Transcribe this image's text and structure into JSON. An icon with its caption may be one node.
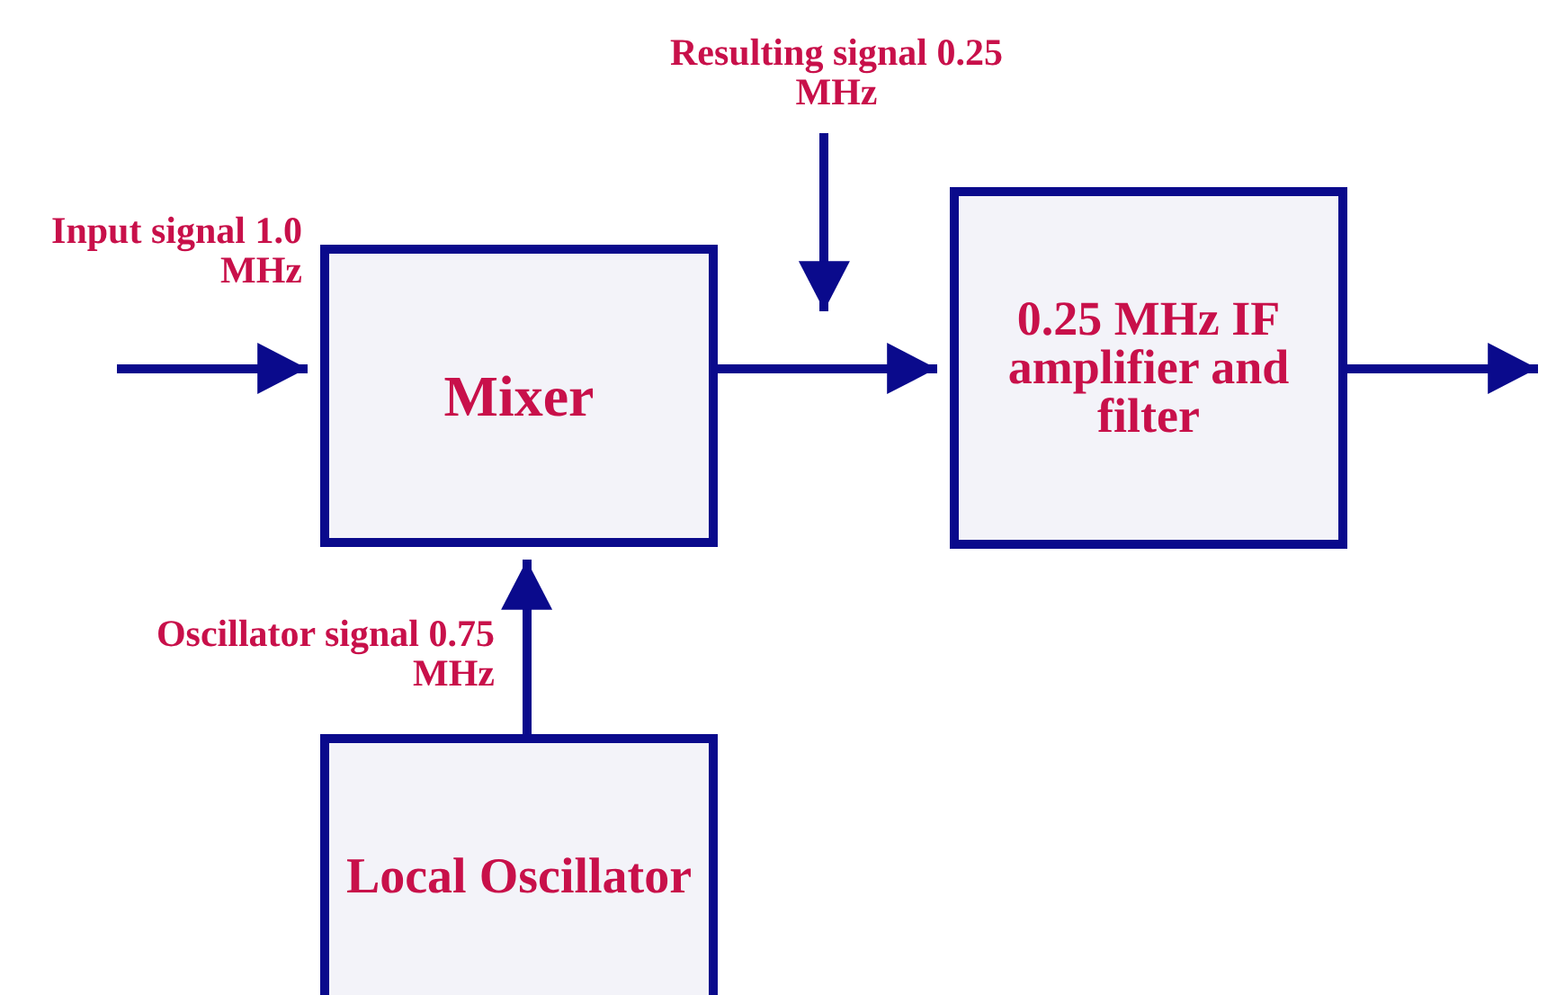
{
  "diagram": {
    "nodes": [
      {
        "text": [
          "Mixer"
        ]
      },
      {
        "text": [
          "0.25 MHz IF amplifier and filter"
        ]
      },
      {
        "text": [
          "Local Oscillator"
        ]
      },
      {
        "text": [
          "Resulting signal 0.25 MHz"
        ]
      }
    ],
    "edges": [
      {
        "from": null,
        "to": 0,
        "arrow": "to",
        "label": "Input signal 1.0 MHz"
      },
      {
        "from": 0,
        "to": 1,
        "arrow": "to"
      },
      {
        "from": 1,
        "to": null,
        "arrow": "to"
      },
      {
        "from": 2,
        "to": 0,
        "arrow": "to",
        "label": "Oscillator signal 0.75 MHz"
      },
      {
        "from": 3,
        "to": null,
        "arrow": "to"
      }
    ]
  }
}
